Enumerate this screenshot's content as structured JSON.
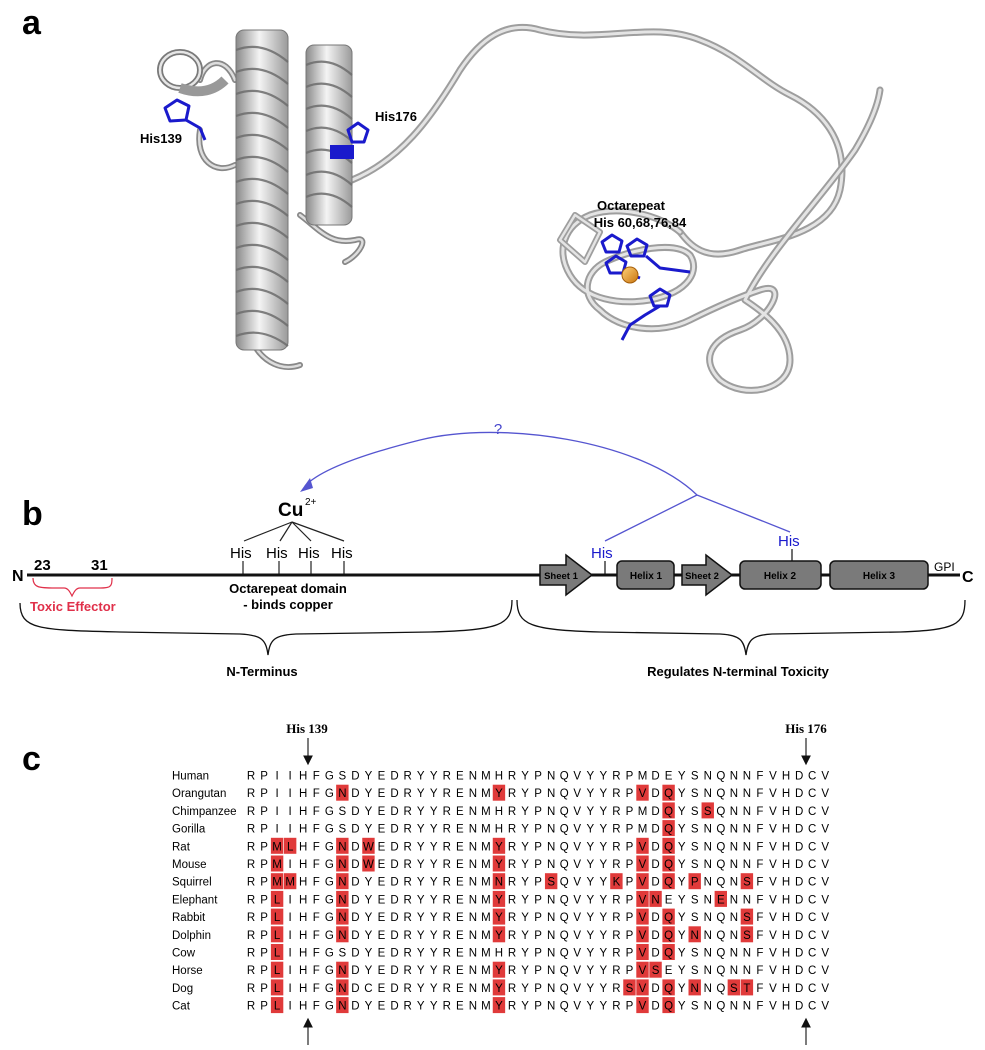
{
  "panels": {
    "a": "a",
    "b": "b",
    "c": "c"
  },
  "panel_a": {
    "his139": "His139",
    "his176": "His176",
    "octarepeat_title": "Octarepeat",
    "octarepeat_his": "His 60,68,76,84"
  },
  "panel_b": {
    "question": "?",
    "cu": "Cu",
    "cu_charge": "2+",
    "his_label": "His",
    "n_term": "N",
    "c_term": "C",
    "res_23": "23",
    "res_31": "31",
    "toxic_effector": "Toxic Effector",
    "octarepeat_line1": "Octarepeat domain",
    "octarepeat_line2": "- binds copper",
    "sheet1": "Sheet 1",
    "helix1": "Helix 1",
    "sheet2": "Sheet 2",
    "helix2": "Helix 2",
    "helix3": "Helix 3",
    "gpi": "GPI",
    "n_terminus": "N-Terminus",
    "regulates": "Regulates N-terminal Toxicity"
  },
  "panel_c": {
    "his139": "His 139",
    "his176": "His 176",
    "species": [
      "Human",
      "Orangutan",
      "Chimpanzee",
      "Gorilla",
      "Rat",
      "Mouse",
      "Squirrel",
      "Elephant",
      "Rabbit",
      "Dolphin",
      "Cow",
      "Horse",
      "Dog",
      "Cat"
    ],
    "sequences": [
      "RPIIHFGSDYEDRYYRENMHRYPNQVYYRPMDEYSNQNNFVHDCV",
      "RPIIHFGNDYEDRYYRENMYRYPNQVYYRPVDQYSNQNNFVHDCV",
      "RPIIHFGSDYEDRYYRENMHRYPNQVYYRPMDQYSSQNNFVHDCV",
      "RPIIHFGSDYEDRYYRENMHRYPNQVYYRPMDQYSNQNNFVHDCV",
      "RPMLHFGNDWEDRYYRENMYRYPNQVYYRPVDQYSNQNNFVHDCV",
      "RPMIHFGNDWEDRYYRENMYRYPNQVYYRPVDQYSNQNNFVHDCV",
      "RPMMHFGNDYEDRYYRENMNRYPSQVYYKPVDQYPNQNSFVHDCV",
      "RPLIHFGNDYEDRYYRENMYRYPNQVYYRPVNEYSNENNFVHDCV",
      "RPLIHFGNDYEDRYYRENMYRYPNQVYYRPVDQYSNQNSFVHDCV",
      "RPLIHFGNDYEDRYYRENMYRYPNQVYYRPVDQYNNQNSFVHDCV",
      "RPLIHFGSDYEDRYYRENMHRYPNQVYYRPVDQYSNQNNFVHDCV",
      "RPLIHFGNDYEDRYYRENMYRYPNQVYYRPVSEYSNQNNFVHDCV",
      "RPLIHFGNDCEDRYYRENMYRYPNQVYYRSVDQYNNQSTFVHDCV",
      "RPLIHFGNDYEDRYYRENMYRYPNQVYYRPVDQYSNQNNFVHDCV"
    ],
    "highlights": [
      [],
      [
        7,
        19,
        30,
        32
      ],
      [
        32,
        35
      ],
      [
        32
      ],
      [
        2,
        3,
        7,
        9,
        19,
        30,
        32
      ],
      [
        2,
        7,
        9,
        19,
        30,
        32
      ],
      [
        2,
        3,
        7,
        19,
        23,
        28,
        30,
        32,
        34,
        38
      ],
      [
        2,
        7,
        19,
        30,
        31,
        36
      ],
      [
        2,
        7,
        19,
        30,
        32,
        38
      ],
      [
        2,
        7,
        19,
        30,
        32,
        34,
        38
      ],
      [
        2,
        30,
        32
      ],
      [
        2,
        7,
        19,
        30,
        31
      ],
      [
        2,
        7,
        19,
        29,
        30,
        32,
        34,
        37,
        38
      ],
      [
        2,
        7,
        19,
        30,
        32
      ]
    ],
    "highlight_color": "#e03a3a"
  },
  "colors": {
    "his_blue": "#1a1acc",
    "arc_blue": "#5555d0",
    "toxic_red": "#e0304a",
    "box_gray": "#7a7a7a"
  }
}
